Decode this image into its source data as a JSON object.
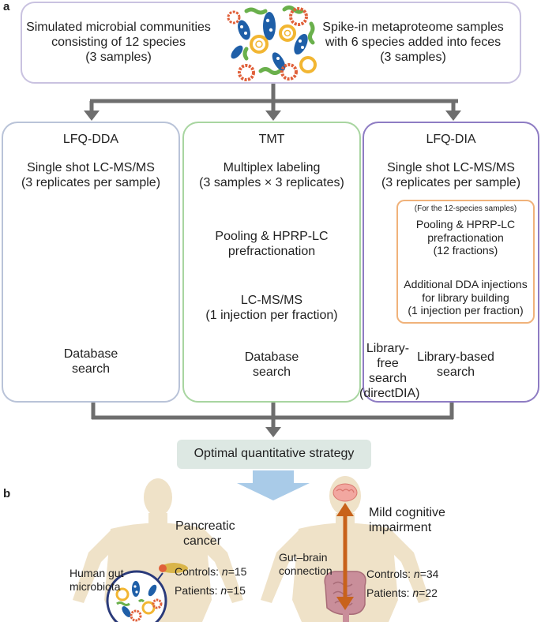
{
  "panel_labels": {
    "a": "a",
    "b": "b"
  },
  "top": {
    "left_line1": "Simulated microbial communities",
    "left_line2": "consisting of 12 species",
    "left_line3": "(3 samples)",
    "right_line1": "Spike-in metaproteome samples",
    "right_line2": "with 6 species added into feces",
    "right_line3": "(3 samples)"
  },
  "dda": {
    "title": "LFQ-DDA",
    "step1_line1": "Single shot LC-MS/MS",
    "step1_line2": "(3 replicates per sample)",
    "end_line1": "Database",
    "end_line2": "search"
  },
  "tmt": {
    "title": "TMT",
    "step1_line1": "Multiplex labeling",
    "step1_line2": "(3 samples × 3 replicates)",
    "step2_line1": "Pooling & HPRP-LC",
    "step2_line2": "prefractionation",
    "step3_line1": "LC-MS/MS",
    "step3_line2": "(1 injection per fraction)",
    "end_line1": "Database",
    "end_line2": "search"
  },
  "dia": {
    "title": "LFQ-DIA",
    "step1_line1": "Single shot LC-MS/MS",
    "step1_line2": "(3 replicates per sample)",
    "sub_note": "(For the 12-species samples)",
    "sub_step1_line1": "Pooling & HPRP-LC",
    "sub_step1_line2": "prefractionation",
    "sub_step1_line3": "(12 fractions)",
    "sub_step2_line1": "Additional DDA injections",
    "sub_step2_line2": "for library building",
    "sub_step2_line3": "(1 injection per fraction)",
    "free_line1": "Library-free",
    "free_line2": "search",
    "free_line3": "(directDIA)",
    "based_line1": "Library-based",
    "based_line2": "search"
  },
  "optimal": "Optimal quantitative strategy",
  "panel_b": {
    "pancreatic_line1": "Pancreatic",
    "pancreatic_line2": "cancer",
    "pc_controls_label": "Controls: ",
    "pc_controls_n": "n",
    "pc_controls_val": "=15",
    "pc_patients_label": "Patients: ",
    "pc_patients_n": "n",
    "pc_patients_val": "=15",
    "microbiota_line1": "Human gut",
    "microbiota_line2": "microbiota",
    "mci_line1": "Mild cognitive",
    "mci_line2": "impairment",
    "gutbrain_line1": "Gut–brain",
    "gutbrain_line2": "connection",
    "mci_controls_label": "Controls: ",
    "mci_controls_n": "n",
    "mci_controls_val": "=34",
    "mci_patients_label": "Patients: ",
    "mci_patients_n": "n",
    "mci_patients_val": "=22"
  },
  "colors": {
    "top_border": "#c9c2e0",
    "dda_border": "#b9c3d8",
    "tmt_border": "#a8d5a0",
    "dia_border": "#8e7cc3",
    "sub_border": "#f0b27a",
    "arrow": "#6e6e6e",
    "optimal_bg": "#dde8e3",
    "body": "#efe2c8",
    "big_arrow": "#a9cbe8",
    "orange_arrow": "#c8621b"
  }
}
